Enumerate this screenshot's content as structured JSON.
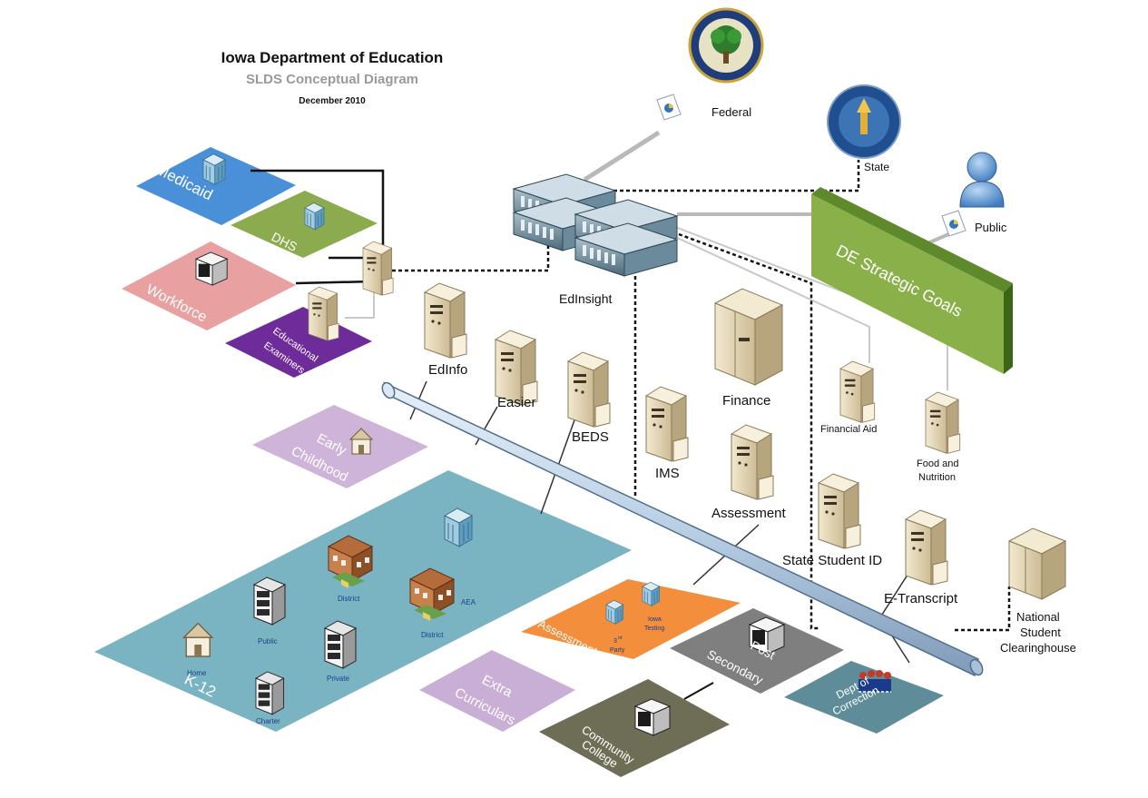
{
  "header": {
    "title": "Iowa Department of Education",
    "subtitle": "SLDS Conceptual Diagram",
    "date": "December 2010"
  },
  "hub": {
    "label": "EdInsight"
  },
  "external": {
    "federal": "Federal",
    "state": "State",
    "public": "Public",
    "clearinghouse_l1": "National",
    "clearinghouse_l2": "Student",
    "clearinghouse_l3": "Clearinghouse"
  },
  "banner": {
    "label": "DE Strategic Goals"
  },
  "agencies": {
    "medicaid": "Medicaid",
    "dhs": "DHS",
    "workforce": "Workforce",
    "examiners_l1": "Educational",
    "examiners_l2": "Examiners"
  },
  "systems": {
    "edinfo": "EdInfo",
    "easier": "Easier",
    "beds": "BEDS",
    "ims": "IMS",
    "finance": "Finance",
    "financial_aid": "Financial Aid",
    "food_l1": "Food and",
    "food_l2": "Nutrition",
    "assessment": "Assessment",
    "state_student_id": "State Student ID",
    "etranscript": "E-Transcript"
  },
  "zones": {
    "early_l1": "Early",
    "early_l2": "Childhood",
    "k12": "K-12",
    "assessment": "Assessment",
    "extra_l1": "Extra",
    "extra_l2": "Curriculars",
    "post_l1": "Post",
    "post_l2": "Secondary",
    "community_l1": "Community",
    "community_l2": "College",
    "corrections_l1": "Dept of",
    "corrections_l2": "Correction"
  },
  "k12_items": {
    "home": "Home",
    "public": "Public",
    "charter": "Charter",
    "private": "Private",
    "district_a": "District",
    "district_b": "District",
    "aea": "AEA"
  },
  "assessment_items": {
    "third_party_a": "3",
    "third_party_b": "rd",
    "third_party_c": "Party",
    "iowa_l1": "Iowa",
    "iowa_l2": "Testing"
  },
  "colors": {
    "medicaid": "#4a90d9",
    "dhs": "#8bab4e",
    "workforce": "#e8a0a0",
    "examiners": "#6e2c9a",
    "early": "#cdb4d8",
    "k12": "#7ab4c3",
    "assessment": "#f28e3c",
    "extra": "#c9aed6",
    "post": "#7f7f7f",
    "community": "#6e6e56",
    "corrections": "#5e8c98",
    "banner": "#8ab04a"
  }
}
